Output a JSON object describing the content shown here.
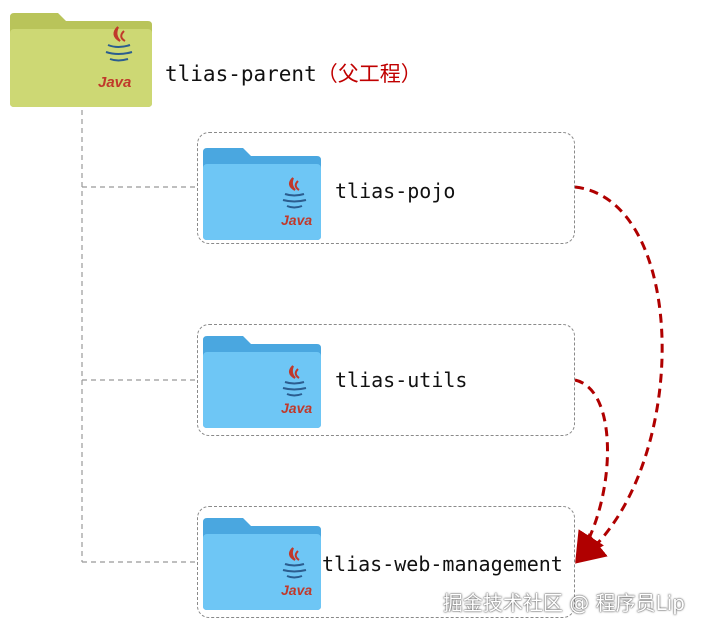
{
  "parent": {
    "name": "tlias-parent",
    "note": "（父工程）",
    "icon": "java-folder-icon",
    "color": "#c9d56d"
  },
  "modules": [
    {
      "name": "tlias-pojo",
      "icon": "java-folder-icon"
    },
    {
      "name": "tlias-utils",
      "icon": "java-folder-icon"
    },
    {
      "name": "tlias-web-management",
      "icon": "java-folder-icon"
    }
  ],
  "java_label": "Java",
  "colors": {
    "module_folder": "#6ec6f5",
    "dependency_arrow": "#b00000",
    "tree_line": "#999999"
  },
  "watermark": "掘金技术社区 @ 程序员Lip"
}
